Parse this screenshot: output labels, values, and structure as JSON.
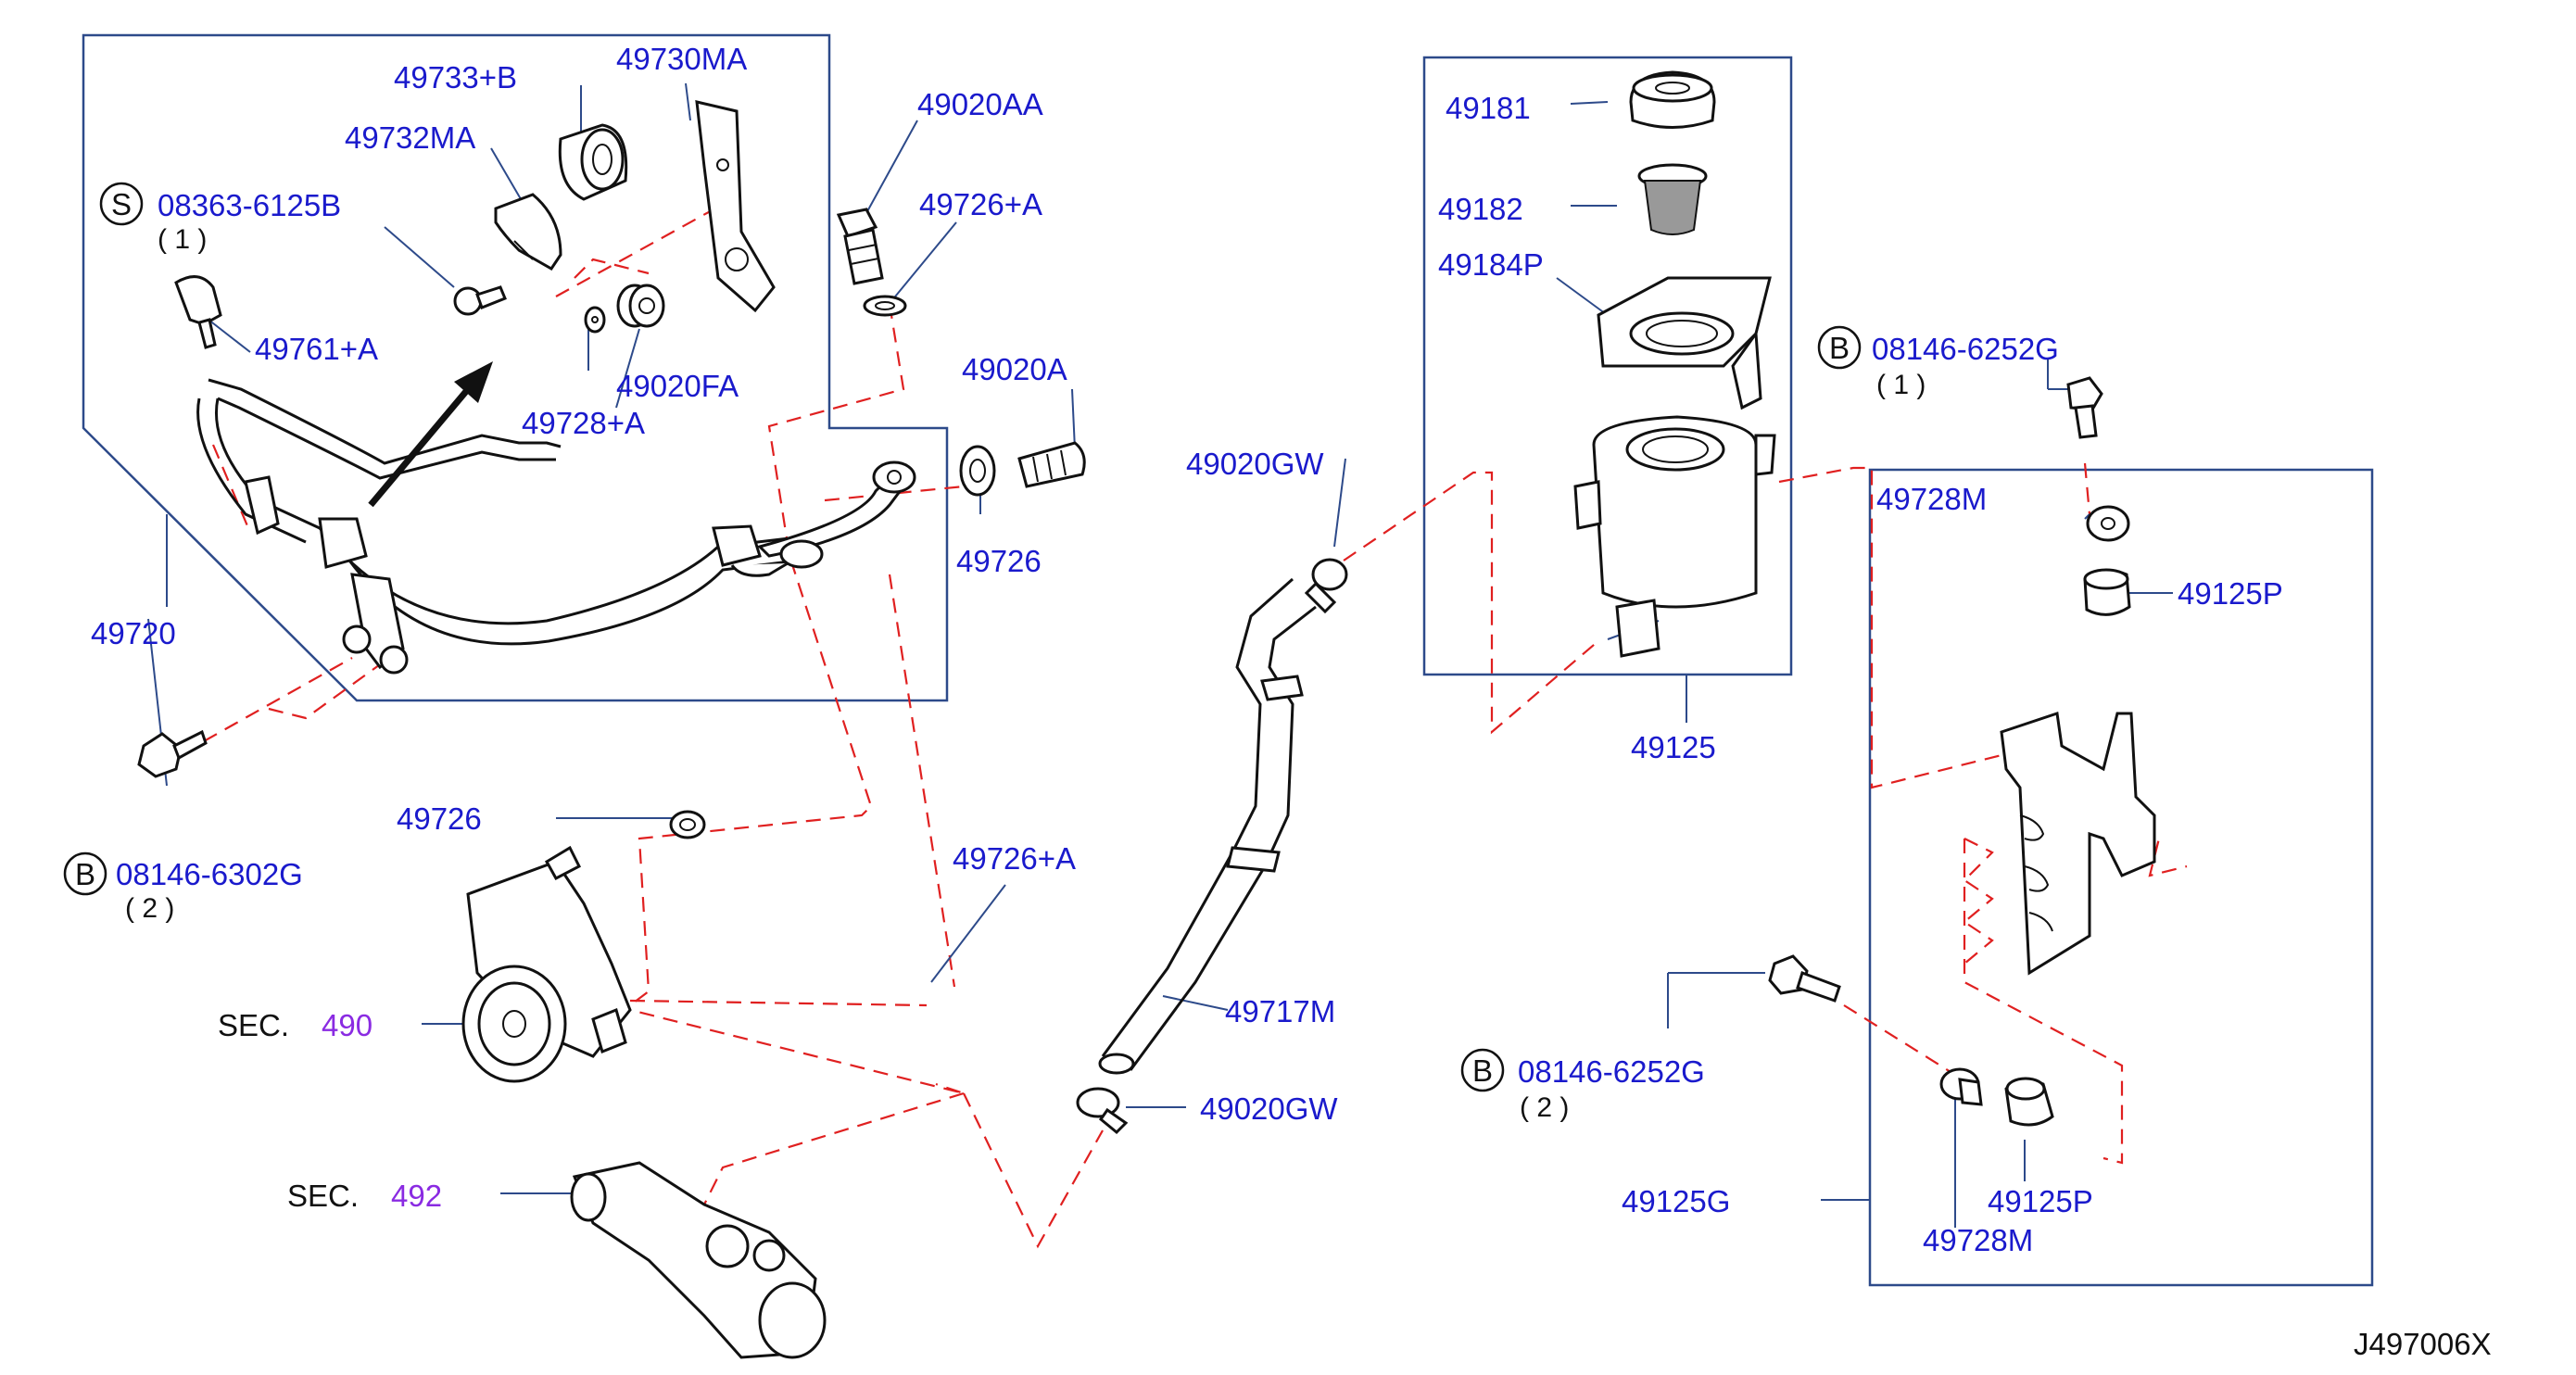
{
  "colors": {
    "label": "#1a1acc",
    "section_ref": "#8a2be2",
    "dashed_guide": "#e02020",
    "frame": "#2d4a8a"
  },
  "labels": {
    "p49733_b": "49733+B",
    "p49730ma": "49730MA",
    "p49732ma": "49732MA",
    "p08363_6125b": "08363-6125B",
    "p08363_qty": "( 1 )",
    "p49761_a": "49761+A",
    "p49020fa": "49020FA",
    "p49728_a": "49728+A",
    "p49720": "49720",
    "p49020aa": "49020AA",
    "p49726_a_top": "49726+A",
    "p49020a": "49020A",
    "p49726_right": "49726",
    "p49726_left": "49726",
    "p49726_a_mid": "49726+A",
    "p08146_6302g": "08146-6302G",
    "p08146_6302g_qty": "( 2 )",
    "sec_490_prefix": "SEC.",
    "sec_490_num": "490",
    "sec_492_prefix": "SEC.",
    "sec_492_num": "492",
    "p49020gw_top": "49020GW",
    "p49717m": "49717M",
    "p49020gw_bottom": "49020GW",
    "p49181": "49181",
    "p49182": "49182",
    "p49184p": "49184P",
    "p49125": "49125",
    "p08146_6252g_top": "08146-6252G",
    "p08146_6252g_top_qty": "( 1 )",
    "p49728m_top": "49728M",
    "p49125p_top": "49125P",
    "p08146_6252g_bottom": "08146-6252G",
    "p08146_6252g_bottom_qty": "( 2 )",
    "p49125g": "49125G",
    "p49125p_bottom": "49125P",
    "p49728m_bottom": "49728M",
    "diagram_code": "J497006X"
  },
  "symbols": {
    "s_marker": "S",
    "b_marker_left": "B",
    "b_marker_top_right": "B",
    "b_marker_bottom_right": "B"
  },
  "icons": {
    "direction": "arrow-up-right-icon"
  }
}
